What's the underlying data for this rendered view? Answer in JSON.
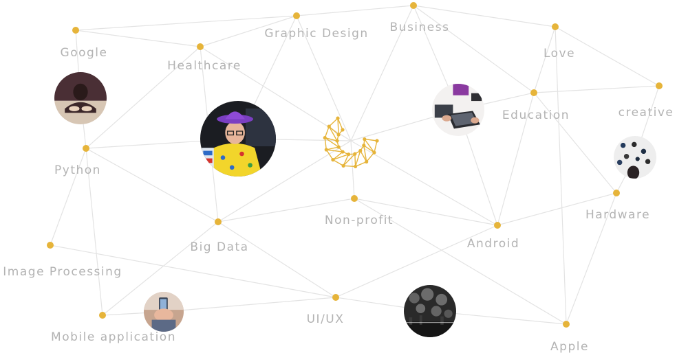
{
  "colors": {
    "node": "#e6b43a",
    "edge": "#e3e3e3",
    "label": "#b3b3b3",
    "logo": "#e6b43a"
  },
  "labels": {
    "google": "Google",
    "healthcare": "Healthcare",
    "graphic_design": "Graphic Design",
    "business": "Business",
    "love": "Love",
    "education": "Education",
    "creative": "creative",
    "python": "Python",
    "hardware": "Hardware",
    "non_profit": "Non-profit",
    "android": "Android",
    "big_data": "Big Data",
    "image_processing": "Image Processing",
    "ui_ux": "UI/UX",
    "mobile_application": "Mobile application",
    "apple": "Apple"
  },
  "center_logo": {
    "icon": "letter-c-mesh-logo"
  },
  "photos": [
    {
      "icon": "person-hands-on-table-photo"
    },
    {
      "icon": "person-purple-hat-laptop-photo"
    },
    {
      "icon": "hands-on-tablet-photo"
    },
    {
      "icon": "circles-on-wall-photo"
    },
    {
      "icon": "hand-holding-phone-photo"
    },
    {
      "icon": "night-city-bokeh-photo"
    }
  ]
}
